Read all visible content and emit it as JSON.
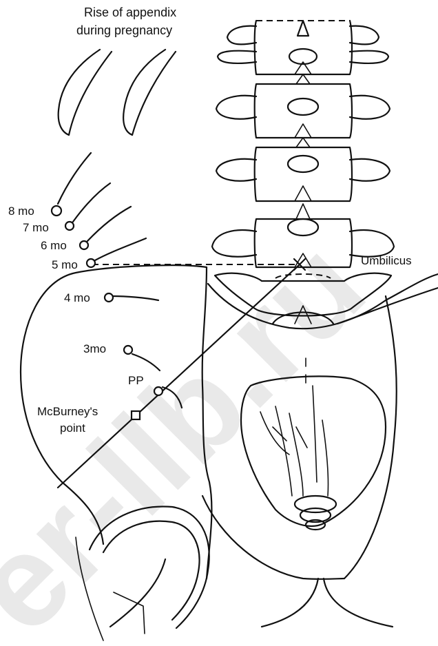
{
  "title": [
    "Rise of appendix",
    "during pregnancy"
  ],
  "month_labels": [
    "8 mo",
    "7 mo",
    "6 mo",
    "5 mo",
    "4 mo",
    "3mo"
  ],
  "pp_label": "PP",
  "mcburney_label": [
    "McBurney's",
    "point"
  ],
  "umbilicus_label": "Umbilicus",
  "watermark": "er-llb.ru"
}
